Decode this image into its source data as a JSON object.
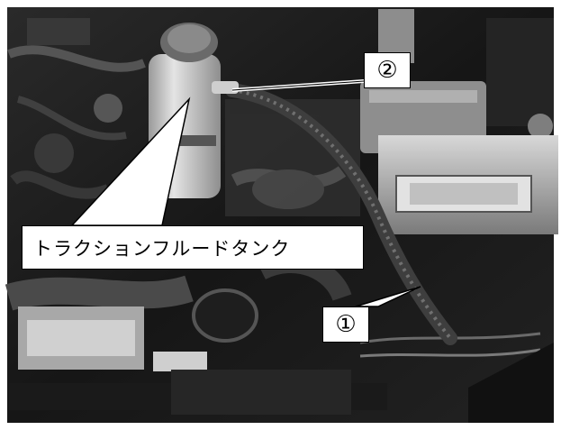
{
  "callouts": {
    "tank_label": "トラクションフルードタンク",
    "number_2": "②",
    "number_1": "①"
  },
  "colors": {
    "photo_dark": "#141414",
    "callout_bg": "#ffffff",
    "callout_border": "#000000"
  }
}
